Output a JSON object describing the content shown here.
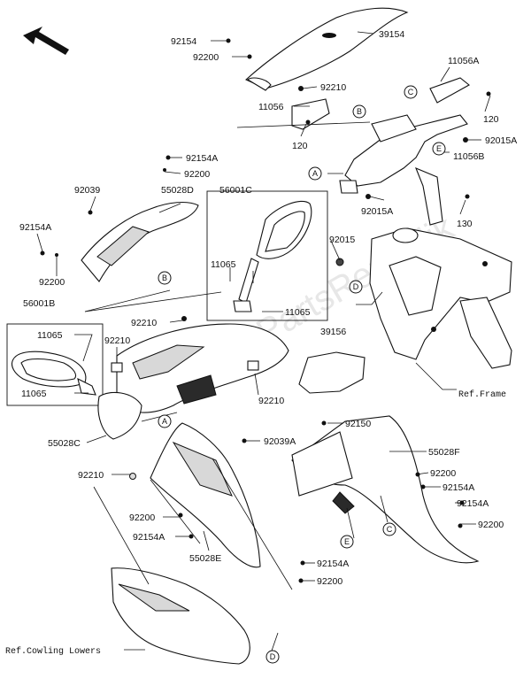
{
  "labels": {
    "p92154": "92154",
    "p92200_top": "92200",
    "p39154": "39154",
    "p92210_top": "92210",
    "p11056A": "11056A",
    "p11056": "11056",
    "p120_a": "120",
    "p120_b": "120",
    "p92015A_top": "92015A",
    "p11056B": "11056B",
    "p92154A_1": "92154A",
    "p92200_1": "92200",
    "p92039": "92039",
    "p55028D": "55028D",
    "p56001C": "56001C",
    "p92015A_mid": "92015A",
    "p130": "130",
    "p92154A_2": "92154A",
    "p92015": "92015",
    "p92200_2": "92200",
    "p11065_c1": "11065",
    "p11065_c2": "11065",
    "p56001B": "56001B",
    "p11065_b1": "11065",
    "p11065_b2": "11065",
    "p92210_mid": "92210",
    "p92210_left": "92210",
    "p39156": "39156",
    "p92210_right": "92210",
    "ref_frame": "Ref.Frame",
    "p92150": "92150",
    "p55028C": "55028C",
    "p92039A": "92039A",
    "p55028F": "55028F",
    "p92200_3": "92200",
    "p92154A_3": "92154A",
    "p92210_low": "92210",
    "p92154A_4": "92154A",
    "p92200_4": "92200",
    "p92200_5": "92200",
    "p92154A_5": "92154A",
    "p55028E": "55028E",
    "p92154A_6": "92154A",
    "p92200_6": "92200",
    "ref_cowling": "Ref.Cowling Lowers"
  },
  "callouts": {
    "A1": "A",
    "A2": "A",
    "B1": "B",
    "B2": "B",
    "C1": "C",
    "C2": "C",
    "D1": "D",
    "D2": "D",
    "E1": "E",
    "E2": "E"
  },
  "watermark": "PartsRepublik",
  "icons": {
    "direction_arrow": "front-direction-arrow-icon"
  }
}
